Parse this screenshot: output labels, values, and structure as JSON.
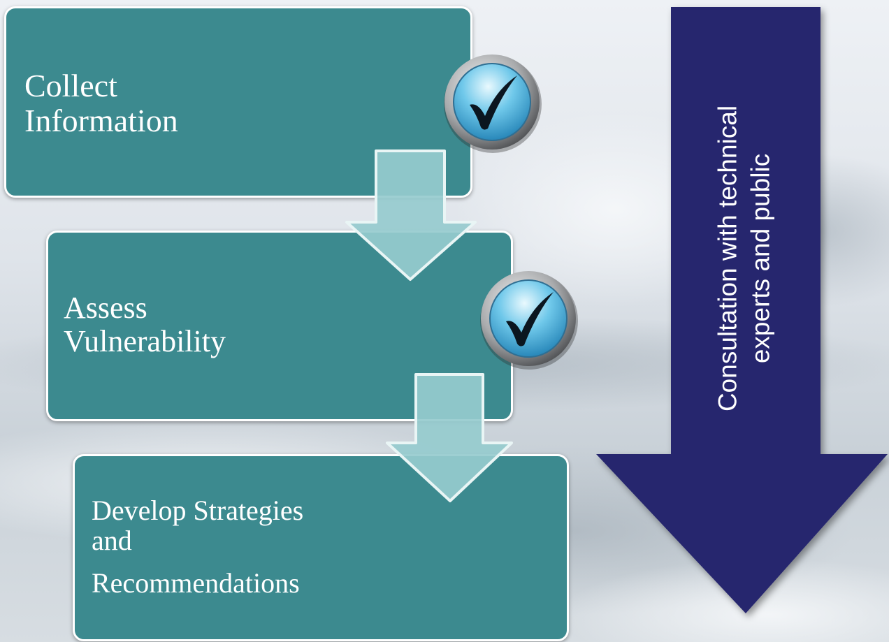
{
  "steps": [
    {
      "lines": [
        "Collect",
        "Information"
      ]
    },
    {
      "lines": [
        "Assess",
        "Vulnerability"
      ]
    },
    {
      "lines": [
        "Develop Strategies",
        "and",
        "Recommendations"
      ]
    }
  ],
  "side_arrow": {
    "lines": [
      "Consultation with technical",
      "experts and public"
    ]
  },
  "completed_icons": [
    "checkmark-icon",
    "checkmark-icon"
  ],
  "colors": {
    "step_fill": "#3c8a8f",
    "step_border": "#ffffff",
    "connector": "#96cbce",
    "side_arrow": "#28286e",
    "text": "#ffffff"
  }
}
